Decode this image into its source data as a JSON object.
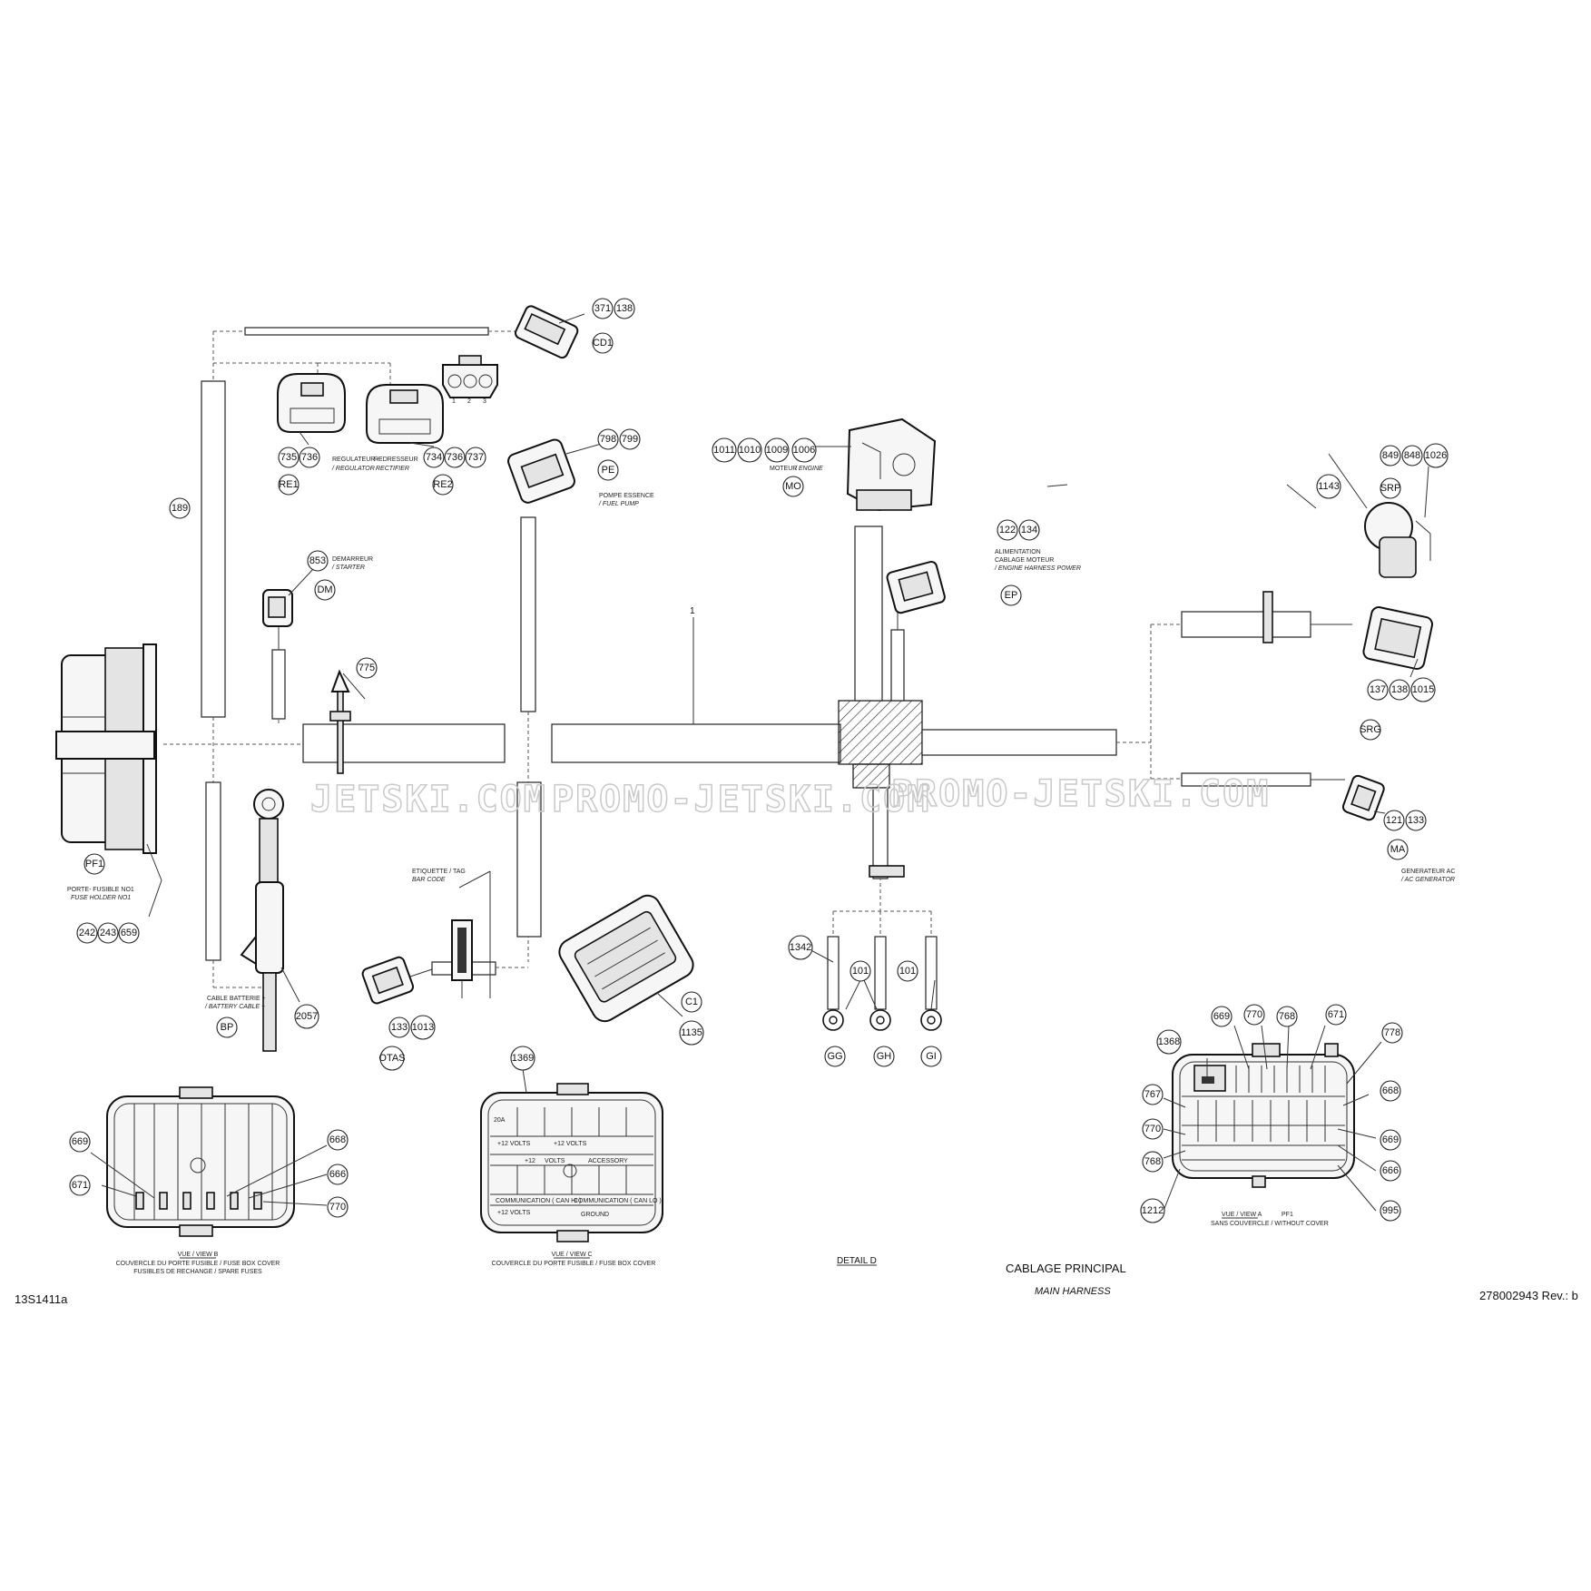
{
  "title": {
    "fr": "CABLAGE PRINCIPAL",
    "en": "MAIN HARNESS",
    "drawing_code": "13S1411a",
    "part_number": "278002943 Rev.: b",
    "detail_label": "DETAIL D"
  },
  "watermark": [
    "JETSKI.COM",
    "PROMO-JETSKI.COM",
    "PROMO-JETSKI.COM"
  ],
  "callouts": {
    "main": "1",
    "c189": "189",
    "c775": "775",
    "c1342": "1342",
    "c1143": "1143",
    "c1369": "1369",
    "c2057": "2057",
    "cd1": [
      "371",
      "138"
    ],
    "re1": [
      "735",
      "736"
    ],
    "re2": [
      "734",
      "736",
      "737"
    ],
    "pe": [
      "798",
      "799"
    ],
    "mo": [
      "1011",
      "1010",
      "1009",
      "1006"
    ],
    "ep": [
      "122",
      "134"
    ],
    "srp": [
      "849",
      "848",
      "1026"
    ],
    "srg": [
      "137",
      "138",
      "1015"
    ],
    "ma": [
      "121",
      "133"
    ],
    "dm": [
      "853"
    ],
    "pf1": [
      "242",
      "243",
      "659"
    ],
    "otas": [
      "133",
      "1013"
    ],
    "c1": [
      "1135"
    ],
    "ground": [
      "101",
      "101"
    ]
  },
  "connectors": {
    "cd1": "CD1",
    "re1": "RE1",
    "re2": "RE2",
    "pe": "PE",
    "mo": "MO",
    "ep": "EP",
    "srp": "SRP",
    "srg": "SRG",
    "ma": "MA",
    "dm": "DM",
    "pf1": "PF1",
    "bp": "BP",
    "otas": "OTAS",
    "c1": "C1",
    "gg": "GG",
    "gh": "GH",
    "gi": "GI"
  },
  "pin_numbers": [
    "1",
    "2",
    "3"
  ],
  "labels": {
    "regulator_fr": "REGULATEUR -",
    "regulator_en": "/ REGULATOR -",
    "rectifier_fr": "REDRESSEUR",
    "rectifier_en": "RECTIFIER",
    "fuel_pump_fr": "POMPE ESSENCE",
    "fuel_pump_en": "/ FUEL PUMP",
    "engine_fr": "MOTEUR",
    "engine_en": "/ ENGINE",
    "engine_power_fr1": "ALIMENTATION",
    "engine_power_fr2": "CABLAGE MOTEUR",
    "engine_power_en": "/ ENGINE HARNESS POWER",
    "starter_fr": "DEMARREUR",
    "starter_en": "/ STARTER",
    "fuse_holder_fr": "PORTE- FUSIBLE NO1",
    "fuse_holder_en": "FUSE HOLDER NO1",
    "battery_fr": "CABLE BATTERIE +",
    "battery_en": "/ BATTERY CABLE +",
    "tag_fr": "ETIQUETTE / TAG",
    "tag_en": "BAR CODE",
    "ac_gen_fr": "GENERATEUR AC",
    "ac_gen_en": "/ AC GENERATOR"
  },
  "view_b": {
    "title": "VUE / VIEW B",
    "line1": "COUVERCLE DU PORTE FUSIBLE / FUSE BOX COVER",
    "line2": "FUSIBLES DE RECHANGE / SPARE FUSES",
    "callouts": [
      "669",
      "671",
      "668",
      "666",
      "770"
    ]
  },
  "view_c": {
    "title": "VUE / VIEW C",
    "line1": "COUVERCLE DU PORTE FUSIBLE / FUSE BOX COVER",
    "cells": [
      "20A",
      "+12 VOLTS",
      "+12 VOLTS",
      "+12",
      "VOLTS",
      "ACCESSORY",
      "COMMUNICATION ( CAN HI )",
      "COMMUNICATION ( CAN LO )",
      "+12 VOLTS",
      "GROUND"
    ]
  },
  "view_a": {
    "title": "VUE / VIEW A",
    "ref": "PF1",
    "subtitle": "SANS COUVERCLE / WITHOUT COVER",
    "top": [
      "1368",
      "669",
      "770",
      "768",
      "671",
      "778"
    ],
    "left": [
      "767",
      "770",
      "768",
      "1212"
    ],
    "right": [
      "668",
      "669",
      "666",
      "995"
    ]
  },
  "colors": {
    "line": "#222222",
    "watermark": "#c9c9c9",
    "fill": "#f6f6f6"
  }
}
